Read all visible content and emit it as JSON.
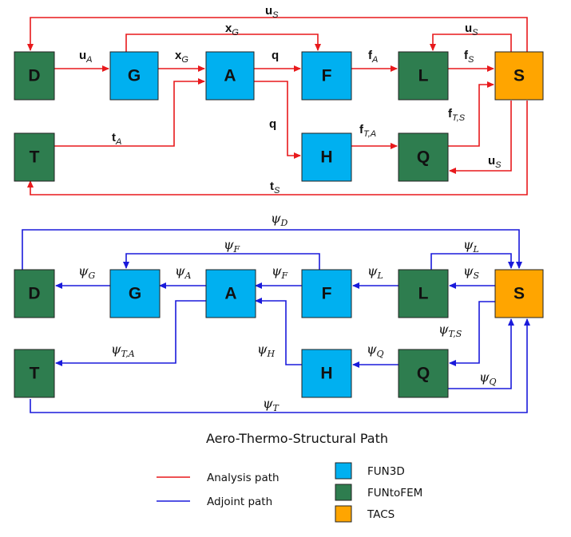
{
  "colors": {
    "fun3d": "#00b0f0",
    "funtofem": "#2e7d4f",
    "tacs": "#ffa500",
    "analysis": "#e8191c",
    "adjoint": "#1a1adb"
  },
  "analysis_diagram": {
    "nodes": {
      "D": "D",
      "G": "G",
      "A": "A",
      "F": "F",
      "L": "L",
      "S": "S",
      "T": "T",
      "H": "H",
      "Q": "Q"
    },
    "labels": {
      "uS_top": {
        "base": "u",
        "sub": "S"
      },
      "xG_top": {
        "base": "x",
        "sub": "G"
      },
      "uS_right": {
        "base": "u",
        "sub": "S"
      },
      "uA": {
        "base": "u",
        "sub": "A"
      },
      "xG": {
        "base": "x",
        "sub": "G"
      },
      "q_top": {
        "base": "q",
        "sub": ""
      },
      "fA": {
        "base": "f",
        "sub": "A"
      },
      "fS": {
        "base": "f",
        "sub": "S"
      },
      "q_down": {
        "base": "q",
        "sub": ""
      },
      "fTA": {
        "base": "f",
        "sub": "T,A"
      },
      "fTS": {
        "base": "f",
        "sub": "T,S"
      },
      "tA": {
        "base": "t",
        "sub": "A"
      },
      "uS_Q": {
        "base": "u",
        "sub": "S"
      },
      "tS": {
        "base": "t",
        "sub": "S"
      }
    }
  },
  "adjoint_diagram": {
    "nodes": {
      "D": "D",
      "G": "G",
      "A": "A",
      "F": "F",
      "L": "L",
      "S": "S",
      "T": "T",
      "H": "H",
      "Q": "Q"
    },
    "labels": {
      "psiD": {
        "base": "ψ",
        "sub": "D"
      },
      "psiF_top": {
        "base": "ψ",
        "sub": "F"
      },
      "psiL_top": {
        "base": "ψ",
        "sub": "L"
      },
      "psiG": {
        "base": "ψ",
        "sub": "G"
      },
      "psiA": {
        "base": "ψ",
        "sub": "A"
      },
      "psiF": {
        "base": "ψ",
        "sub": "F"
      },
      "psiL": {
        "base": "ψ",
        "sub": "L"
      },
      "psiS": {
        "base": "ψ",
        "sub": "S"
      },
      "psiTS": {
        "base": "ψ",
        "sub": "T,S"
      },
      "psiTA": {
        "base": "ψ",
        "sub": "T,A"
      },
      "psiH": {
        "base": "ψ",
        "sub": "H"
      },
      "psiQ": {
        "base": "ψ",
        "sub": "Q"
      },
      "psiQ_low": {
        "base": "ψ",
        "sub": "Q"
      },
      "psiT": {
        "base": "ψ",
        "sub": "T"
      }
    }
  },
  "title": "Aero-Thermo-Structural Path",
  "legend": {
    "lines": [
      {
        "label": "Analysis path",
        "color": "#e8191c"
      },
      {
        "label": "Adjoint path",
        "color": "#1a1adb"
      }
    ],
    "boxes": [
      {
        "label": "FUN3D",
        "color": "#00b0f0"
      },
      {
        "label": "FUNtoFEM",
        "color": "#2e7d4f"
      },
      {
        "label": "TACS",
        "color": "#ffa500"
      }
    ]
  }
}
